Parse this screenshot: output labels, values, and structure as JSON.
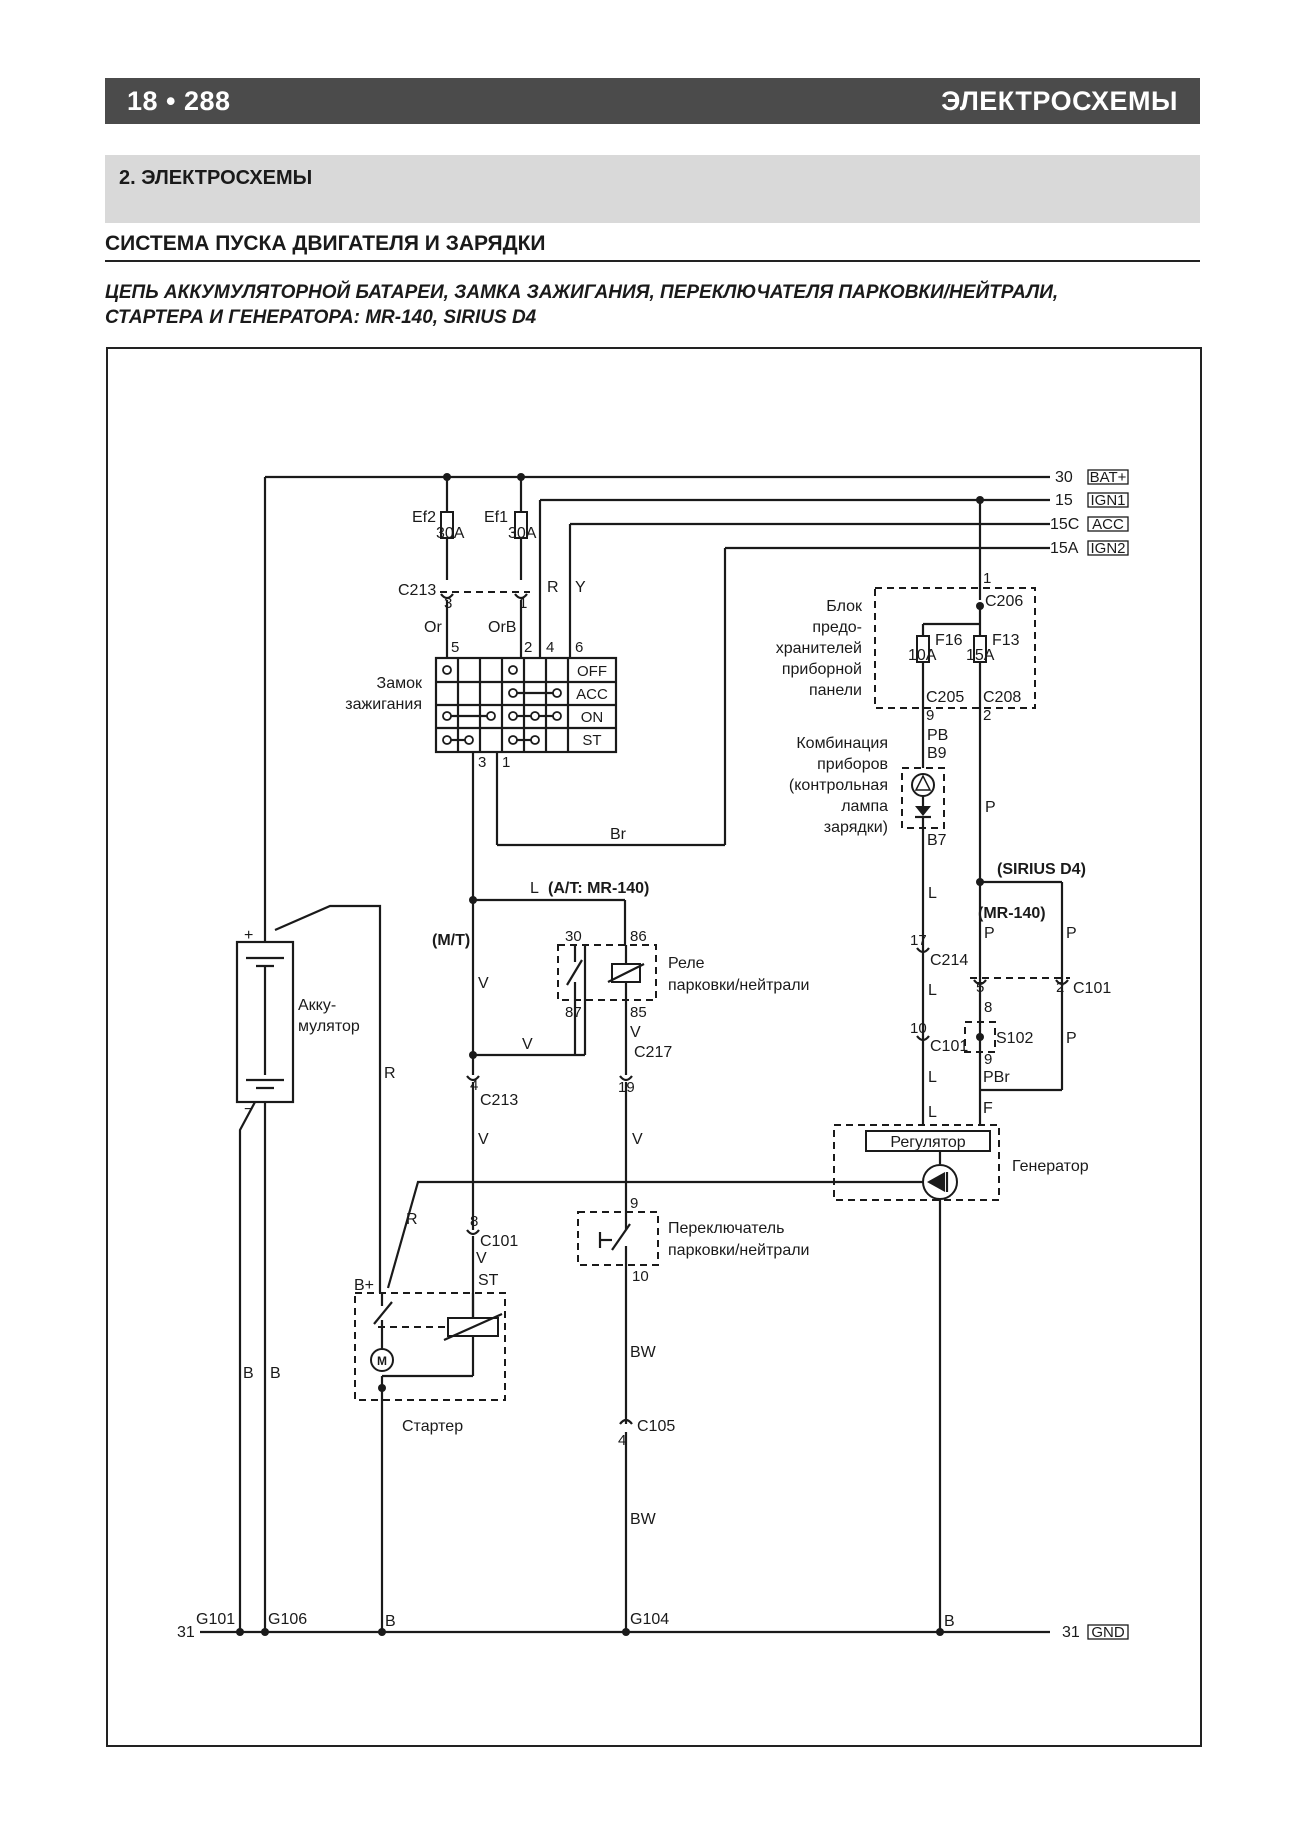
{
  "header": {
    "page_label": "18 • 288",
    "section_title": "ЭЛЕКТРОСХЕМЫ"
  },
  "section": {
    "title": "2.  ЭЛЕКТРОСХЕМЫ"
  },
  "subtitle": "СИСТЕМА ПУСКА ДВИГАТЕЛЯ И ЗАРЯДКИ",
  "caption": {
    "line1": "ЦЕПЬ АККУМУЛЯТОРНОЙ БАТАРЕИ, ЗАМКА ЗАЖИГАНИЯ, ПЕРЕКЛЮЧАТЕЛЯ ПАРКОВКИ/НЕЙТРАЛИ,",
    "line2": "СТАРТЕРА И ГЕНЕРАТОРА: MR-140, SIRIUS D4"
  },
  "diagram": {
    "bus_lines": [
      {
        "num": "30",
        "tag": "BAT+"
      },
      {
        "num": "15",
        "tag": "IGN1"
      },
      {
        "num": "15C",
        "tag": "ACC"
      },
      {
        "num": "15A",
        "tag": "IGN2"
      }
    ],
    "ground_bus": {
      "num_left": "31",
      "num_right": "31",
      "tag": "GND"
    },
    "grounds": [
      "G101",
      "G106",
      "G104"
    ],
    "fuses": {
      "ef2": {
        "name": "Ef2",
        "rating": "30A"
      },
      "ef1": {
        "name": "Ef1",
        "rating": "30A"
      },
      "f16": {
        "name": "F16",
        "rating": "10A"
      },
      "f13": {
        "name": "F13",
        "rating": "15A"
      }
    },
    "ignition_switch": {
      "label_line1": "Замок",
      "label_line2": "зажигания",
      "positions": [
        "OFF",
        "ACC",
        "ON",
        "ST"
      ],
      "pins_top": [
        "5",
        "2",
        "4",
        "6"
      ],
      "pins_bottom": [
        "3",
        "1"
      ]
    },
    "fuse_block": {
      "line1": "Блок",
      "line2": "предо-",
      "line3": "хранителей",
      "line4": "приборной",
      "line5": "панели"
    },
    "instrument_cluster": {
      "line1": "Комбинация",
      "line2": "приборов",
      "line3": "(контрольная",
      "line4": "лампа",
      "line5": "зарядки)"
    },
    "relay": {
      "line1": "Реле",
      "line2": "парковки/нейтрали",
      "pins": [
        "30",
        "86",
        "87",
        "85"
      ]
    },
    "pn_switch": {
      "line1": "Переключатель",
      "line2": "парковки/нейтрали"
    },
    "battery": {
      "line1": "Акку-",
      "line2": "мулятор",
      "plus": "+",
      "minus": "−"
    },
    "starter": {
      "label": "Стартер",
      "b_plus": "B+",
      "st": "ST",
      "motor": "M"
    },
    "generator": {
      "label": "Генератор",
      "regulator": "Регулятор"
    },
    "variants": {
      "at": "(A/T: MR-140)",
      "mt": "(M/T)",
      "sirius": "(SIRIUS D4)",
      "mr140": "(MR-140)"
    },
    "connectors": {
      "c213": "C213",
      "c206": "C206",
      "c205": "C205",
      "c208": "C208",
      "c214": "C214",
      "c101": "C101",
      "c217": "C217",
      "c105": "C105",
      "s102": "S102",
      "b9": "B9",
      "b7": "B7"
    },
    "wire_colors": {
      "or": "Or",
      "orb": "OrB",
      "r": "R",
      "y": "Y",
      "br": "Br",
      "l": "L",
      "v": "V",
      "pb": "PB",
      "p": "P",
      "pbr": "PBr",
      "f": "F",
      "bw": "BW",
      "b": "B"
    },
    "pin_numbers": {
      "c213_a": "3",
      "c213_b": "1",
      "c206": "1",
      "c205": "9",
      "c208": "2",
      "c214": "17",
      "c101_l": "10",
      "c101_r": "2",
      "c101_s": "8",
      "s102_top": "8",
      "s102_bot": "9",
      "c101_mid": "5",
      "c217": "19",
      "c213_v": "4",
      "c101_v": "8",
      "pn_top": "9",
      "pn_bot": "10",
      "c105": "4"
    }
  }
}
